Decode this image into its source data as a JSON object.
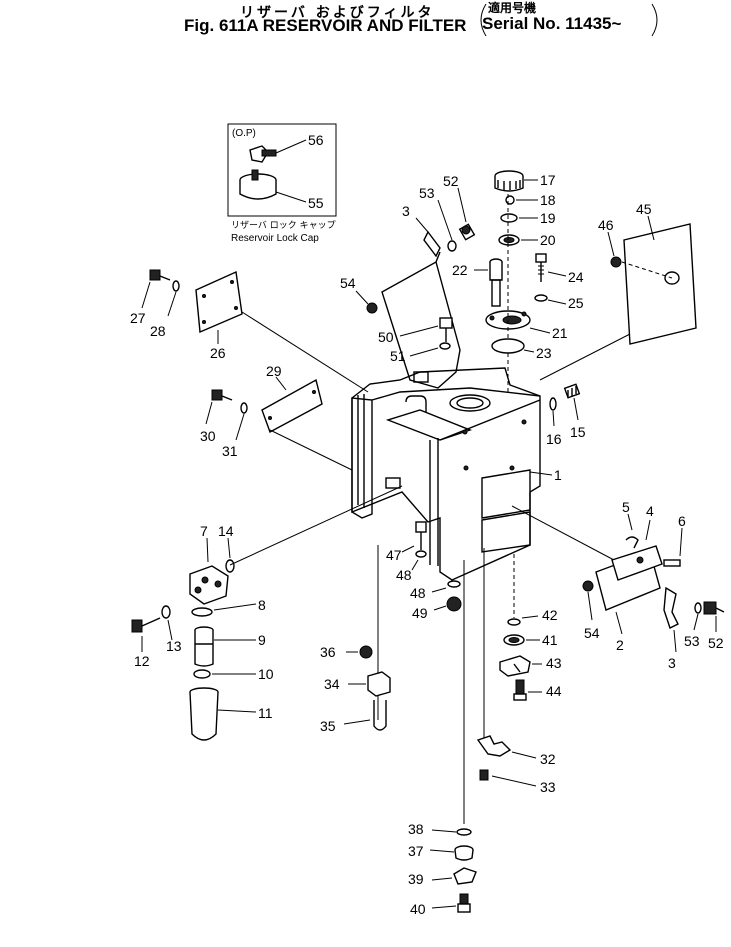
{
  "title": {
    "japanese": "リザーバ およびフィルタ",
    "figure": "Fig. 611A",
    "name": "RESERVOIR AND FILTER",
    "serial_japanese": "適用号機",
    "serial": "Serial No. 11435~"
  },
  "inset": {
    "tag": "(O.P)",
    "caption_japanese": "リザーバ ロック キャップ",
    "caption": "Reservoir Lock Cap"
  },
  "labels": {
    "l1": "1",
    "l2": "2",
    "l3a": "3",
    "l3b": "3",
    "l4": "4",
    "l5": "5",
    "l6": "6",
    "l7": "7",
    "l8": "8",
    "l9": "9",
    "l10": "10",
    "l11": "11",
    "l12": "12",
    "l13": "13",
    "l14": "14",
    "l15": "15",
    "l16": "16",
    "l17": "17",
    "l18": "18",
    "l19": "19",
    "l20": "20",
    "l21": "21",
    "l22": "22",
    "l23": "23",
    "l24": "24",
    "l25": "25",
    "l26": "26",
    "l27": "27",
    "l28": "28",
    "l29": "29",
    "l30": "30",
    "l31": "31",
    "l32": "32",
    "l33": "33",
    "l34": "34",
    "l35": "35",
    "l36": "36",
    "l37": "37",
    "l38": "38",
    "l39": "39",
    "l40": "40",
    "l41": "41",
    "l42": "42",
    "l43": "43",
    "l44": "44",
    "l45": "45",
    "l46": "46",
    "l47": "47",
    "l48a": "48",
    "l48b": "48",
    "l49": "49",
    "l50": "50",
    "l51": "51",
    "l52a": "52",
    "l52b": "52",
    "l53a": "53",
    "l53b": "53",
    "l54a": "54",
    "l54b": "54",
    "l55": "55",
    "l56": "56"
  }
}
